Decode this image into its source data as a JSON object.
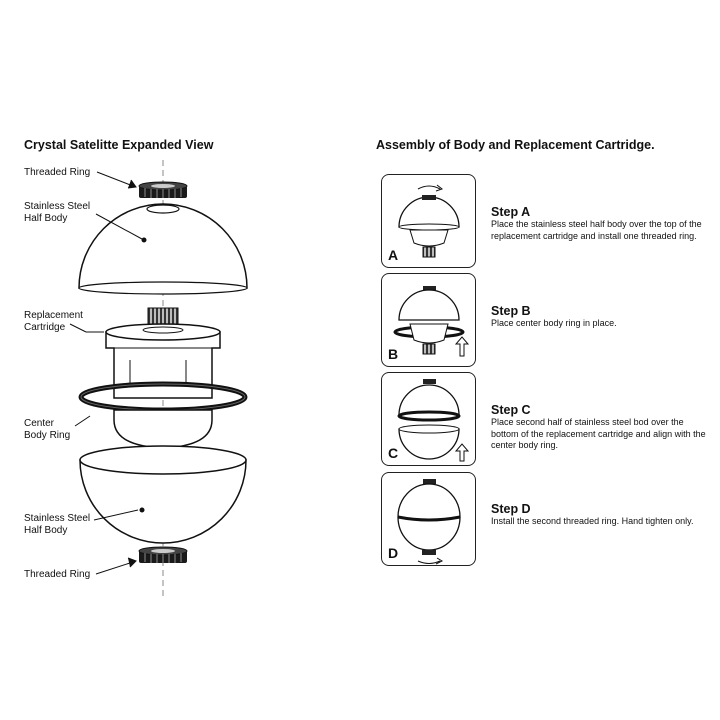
{
  "left": {
    "title": "Crystal Satelitte Expanded View",
    "callouts": {
      "threaded_ring_top": "Threaded Ring",
      "half_body_top": "Stainless Steel\nHalf Body",
      "replacement_cartridge": "Replacement\nCartridge",
      "center_body_ring": "Center\nBody Ring",
      "half_body_bottom": "Stainless Steel\nHalf Body",
      "threaded_ring_bottom": "Threaded Ring"
    }
  },
  "right": {
    "title": "Assembly of Body and Replacement Cartridge.",
    "steps": [
      {
        "letter": "A",
        "title": "Step A",
        "description": "Place the stainless steel half body over the top of the replacement cartridge and install one threaded ring."
      },
      {
        "letter": "B",
        "title": "Step B",
        "description": "Place center body ring in place."
      },
      {
        "letter": "C",
        "title": "Step C",
        "description": "Place second half of stainless steel bod over the bottom of the replacement cartridge and align with the center body ring."
      },
      {
        "letter": "D",
        "title": "Step D",
        "description": "Install the second threaded ring. Hand tighten only."
      }
    ]
  }
}
